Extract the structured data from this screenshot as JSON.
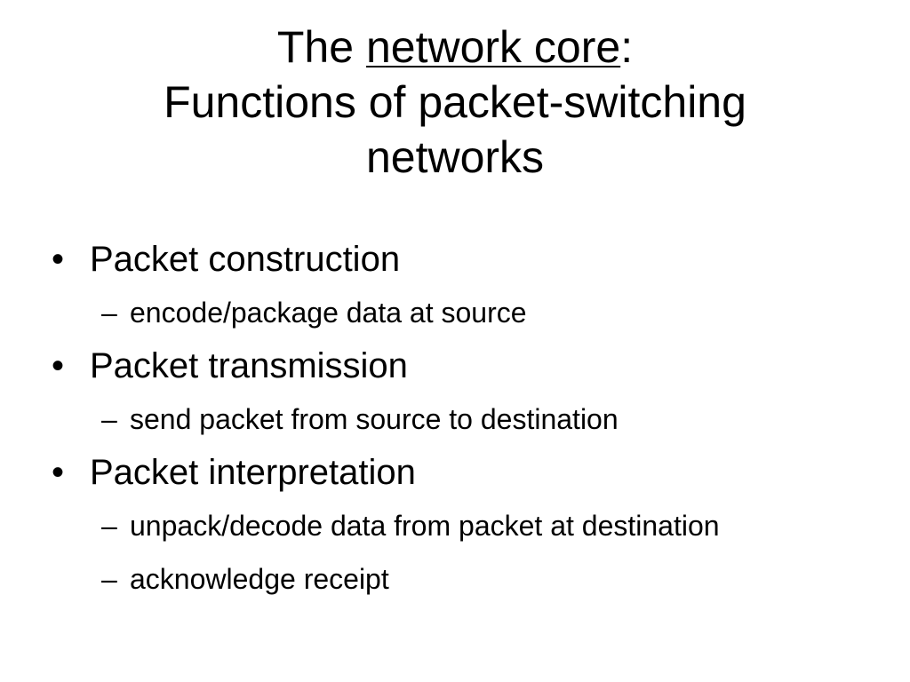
{
  "slide": {
    "title": {
      "line1_prefix": "The ",
      "line1_underlined": "network core",
      "line1_suffix": ":",
      "line2": "Functions of packet-switching",
      "line3": "networks"
    },
    "bullet_glyph": "•",
    "dash_glyph": "–",
    "bullets": [
      {
        "text": "Packet construction"
      },
      {
        "text": "encode/package data at source"
      },
      {
        "text": "Packet transmission"
      },
      {
        "text": "send packet from source to destination"
      },
      {
        "text": "Packet interpretation"
      },
      {
        "text": "unpack/decode data from packet at destination"
      },
      {
        "text": "acknowledge receipt"
      }
    ]
  }
}
